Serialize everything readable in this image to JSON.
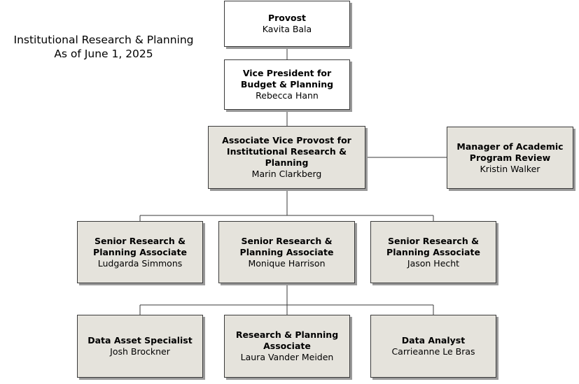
{
  "header": {
    "title_line1": "Institutional Research & Planning",
    "title_line2": "As of June 1, 2025"
  },
  "colors": {
    "top_box_fill": "#ffffff",
    "unit_box_fill": "#e5e3dc",
    "border": "#3a3a3a",
    "line": "#3a3a3a"
  },
  "nodes": {
    "provost": {
      "title": "Provost",
      "name": "Kavita Bala"
    },
    "vp_budget": {
      "title": "Vice President for\nBudget & Planning",
      "name": "Rebecca Hann"
    },
    "avp_irp": {
      "title": "Associate Vice Provost for\nInstitutional Research &\nPlanning",
      "name": "Marin Clarkberg"
    },
    "manager_apr": {
      "title": "Manager of Academic\nProgram Review",
      "name": "Kristin Walker"
    },
    "senior_1": {
      "title": "Senior Research &\nPlanning Associate",
      "name": "Ludgarda Simmons"
    },
    "senior_2": {
      "title": "Senior Research &\nPlanning Associate",
      "name": "Monique Harrison"
    },
    "senior_3": {
      "title": "Senior Research &\nPlanning Associate",
      "name": "Jason Hecht"
    },
    "data_asset": {
      "title": "Data Asset Specialist",
      "name": "Josh Brockner"
    },
    "rp_associate": {
      "title": "Research & Planning\nAssociate",
      "name": "Laura Vander Meiden"
    },
    "data_analyst": {
      "title": "Data Analyst",
      "name": "Carrieanne Le Bras"
    }
  }
}
